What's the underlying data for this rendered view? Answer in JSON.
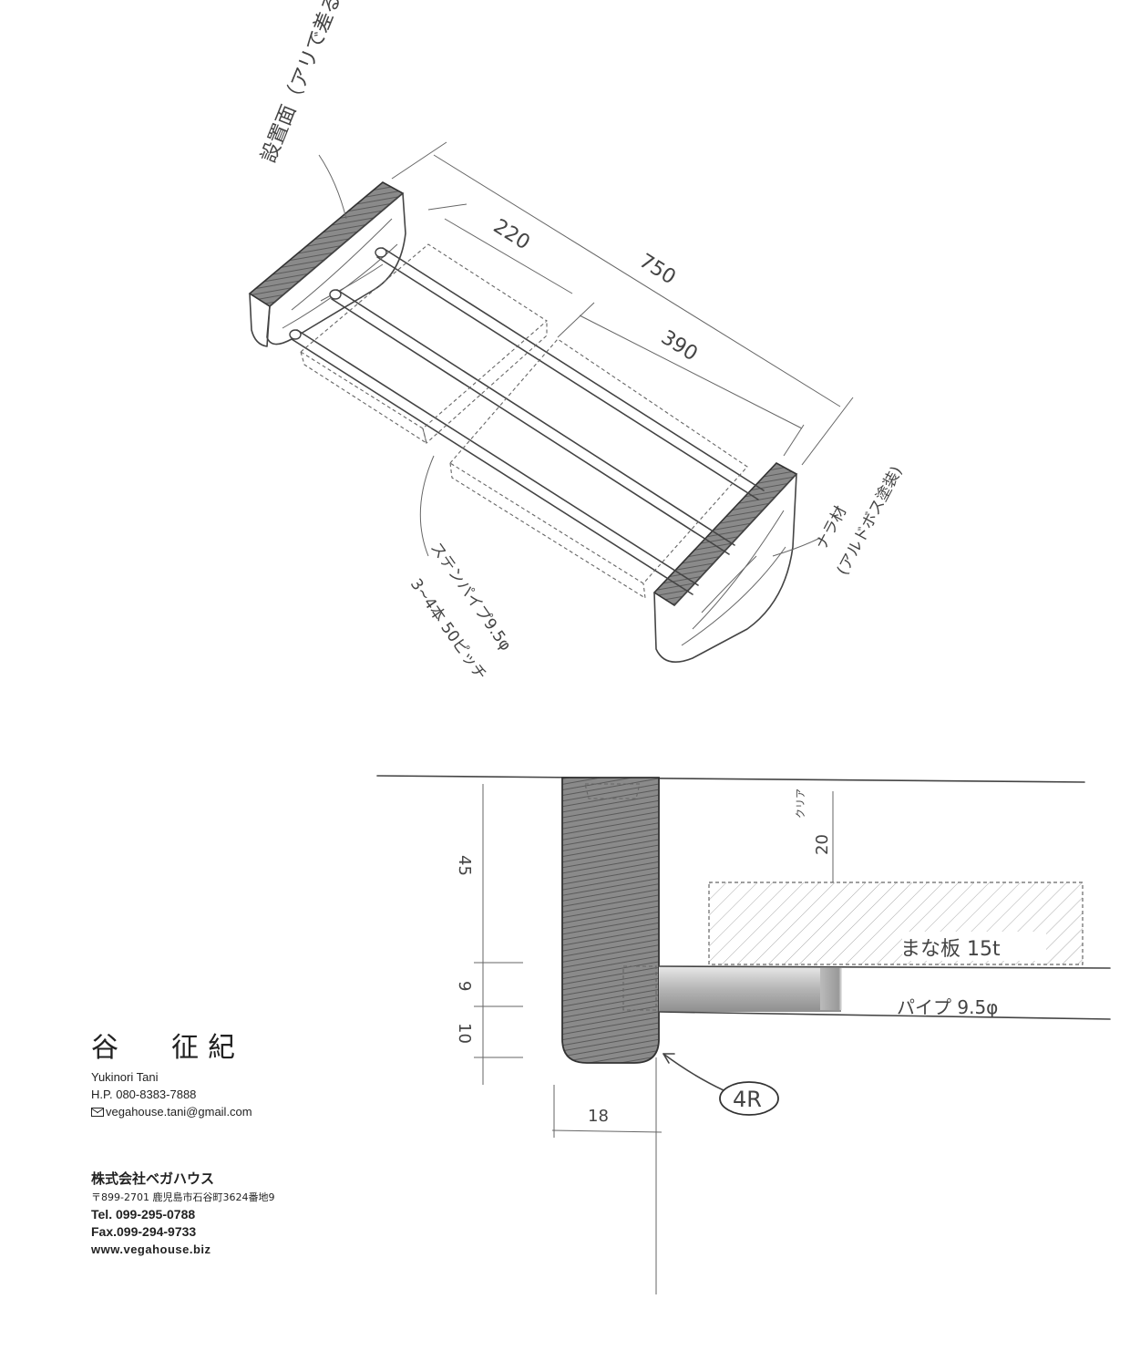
{
  "sketch_top": {
    "label_wall_side": "設置面（アリで差る）",
    "dim_overall": "750",
    "dim_left": "220",
    "dim_right": "390",
    "label_end_piece_1": "ナラ材",
    "label_end_piece_2": "(アルドボス塗装)",
    "label_pipe_1": "ステンパイプ9.5φ",
    "label_pipe_2": "3~4本 50ピッチ"
  },
  "sketch_section": {
    "dim_upper": "45",
    "dim_mid": "9",
    "dim_lower": "10",
    "dim_width": "18",
    "dim_clear_label": "クリア",
    "dim_clear": "20",
    "label_board": "まな板 15t",
    "label_pipe": "パイプ 9.5φ",
    "label_radius": "4R"
  },
  "card": {
    "name_family": "谷",
    "name_given": "征紀",
    "name_romaji": "Yukinori Tani",
    "hp": "H.P. 080-8383-7888",
    "email": "vegahouse.tani@gmail.com",
    "company": "株式会社ベガハウス",
    "address": "〒899-2701 鹿児島市石谷町3624番地9",
    "tel": "Tel. 099-295-0788",
    "fax": "Fax.099-294-9733",
    "web": "www.vegahouse.biz"
  }
}
